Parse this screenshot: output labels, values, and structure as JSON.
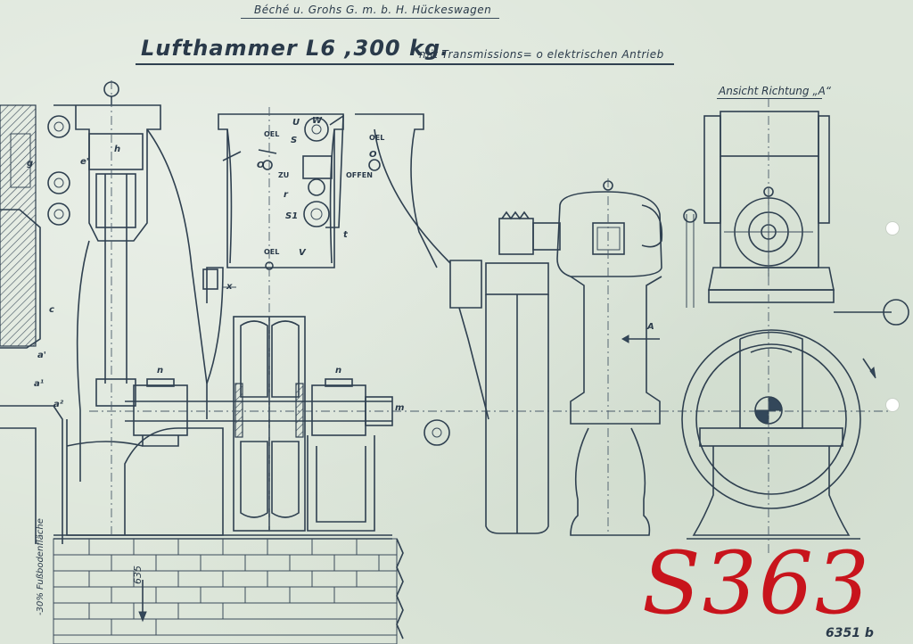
{
  "header": {
    "company": "Béché u. Grohs G. m. b. H. Hückeswagen",
    "title": "Lufthammer L6 ,300 kg.",
    "subtitle": "mit Transmissions= o elektrischen Antrieb"
  },
  "view_label": "Ansicht Richtung „A“",
  "part_labels": {
    "g": "g",
    "e1": "e'",
    "h": "h",
    "c": "c",
    "a1": "a'",
    "a1b": "a¹",
    "a2": "a²",
    "n1": "n",
    "n2": "n",
    "m": "m",
    "x": "x",
    "u": "U",
    "w": "W",
    "s": "S",
    "o1": "O",
    "r": "r",
    "s1": "S1",
    "t": "t",
    "v": "V",
    "o2": "O",
    "arrow_a": "A"
  },
  "small_labels": {
    "oel1": "OEL",
    "oel2": "OEL",
    "oel3": "OEL",
    "offen": "OFFEN",
    "zu": "ZU"
  },
  "dimensions": {
    "height": "635",
    "floor_note": "-30% Fußbodenfläche"
  },
  "stamp": "S363",
  "drawing_number": "6351 b",
  "colors": {
    "ink": "#2f4050",
    "paper": "#dde6da",
    "stamp": "#c8141c"
  }
}
